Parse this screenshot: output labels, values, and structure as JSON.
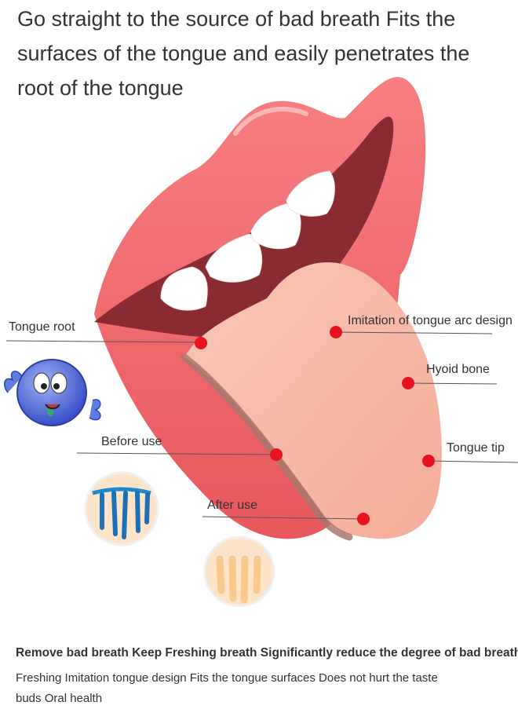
{
  "headline": "Go straight to the source of bad breath Fits the surfaces of the tongue and easily penetrates the root of the tongue",
  "labels": {
    "tongue_root": "Tongue root",
    "tongue_arc": "Imitation of tongue arc design",
    "hyoid_bone": "Hyoid bone",
    "before_use": "Before use",
    "tongue_tip": "Tongue tip",
    "after_use": "After use"
  },
  "footer": {
    "bold_line": "Remove bad breath Keep Freshing breath Significantly reduce the degree of bad breath",
    "description": "Freshing  Imitation tongue design Fits the tongue surfaces Does not hurt the taste buds Oral health"
  },
  "colors": {
    "lip": "#f06a6e",
    "mouth_interior": "#8a2b32",
    "teeth": "#ffffff",
    "tongue": "#f7b9a6",
    "marker": "#e8121e",
    "leader_line": "#555555"
  },
  "icons": [
    "lips-illustration",
    "tongue-illustration",
    "bacteria-mascot-icon",
    "before-use-taste-buds-icon",
    "after-use-taste-buds-icon"
  ]
}
